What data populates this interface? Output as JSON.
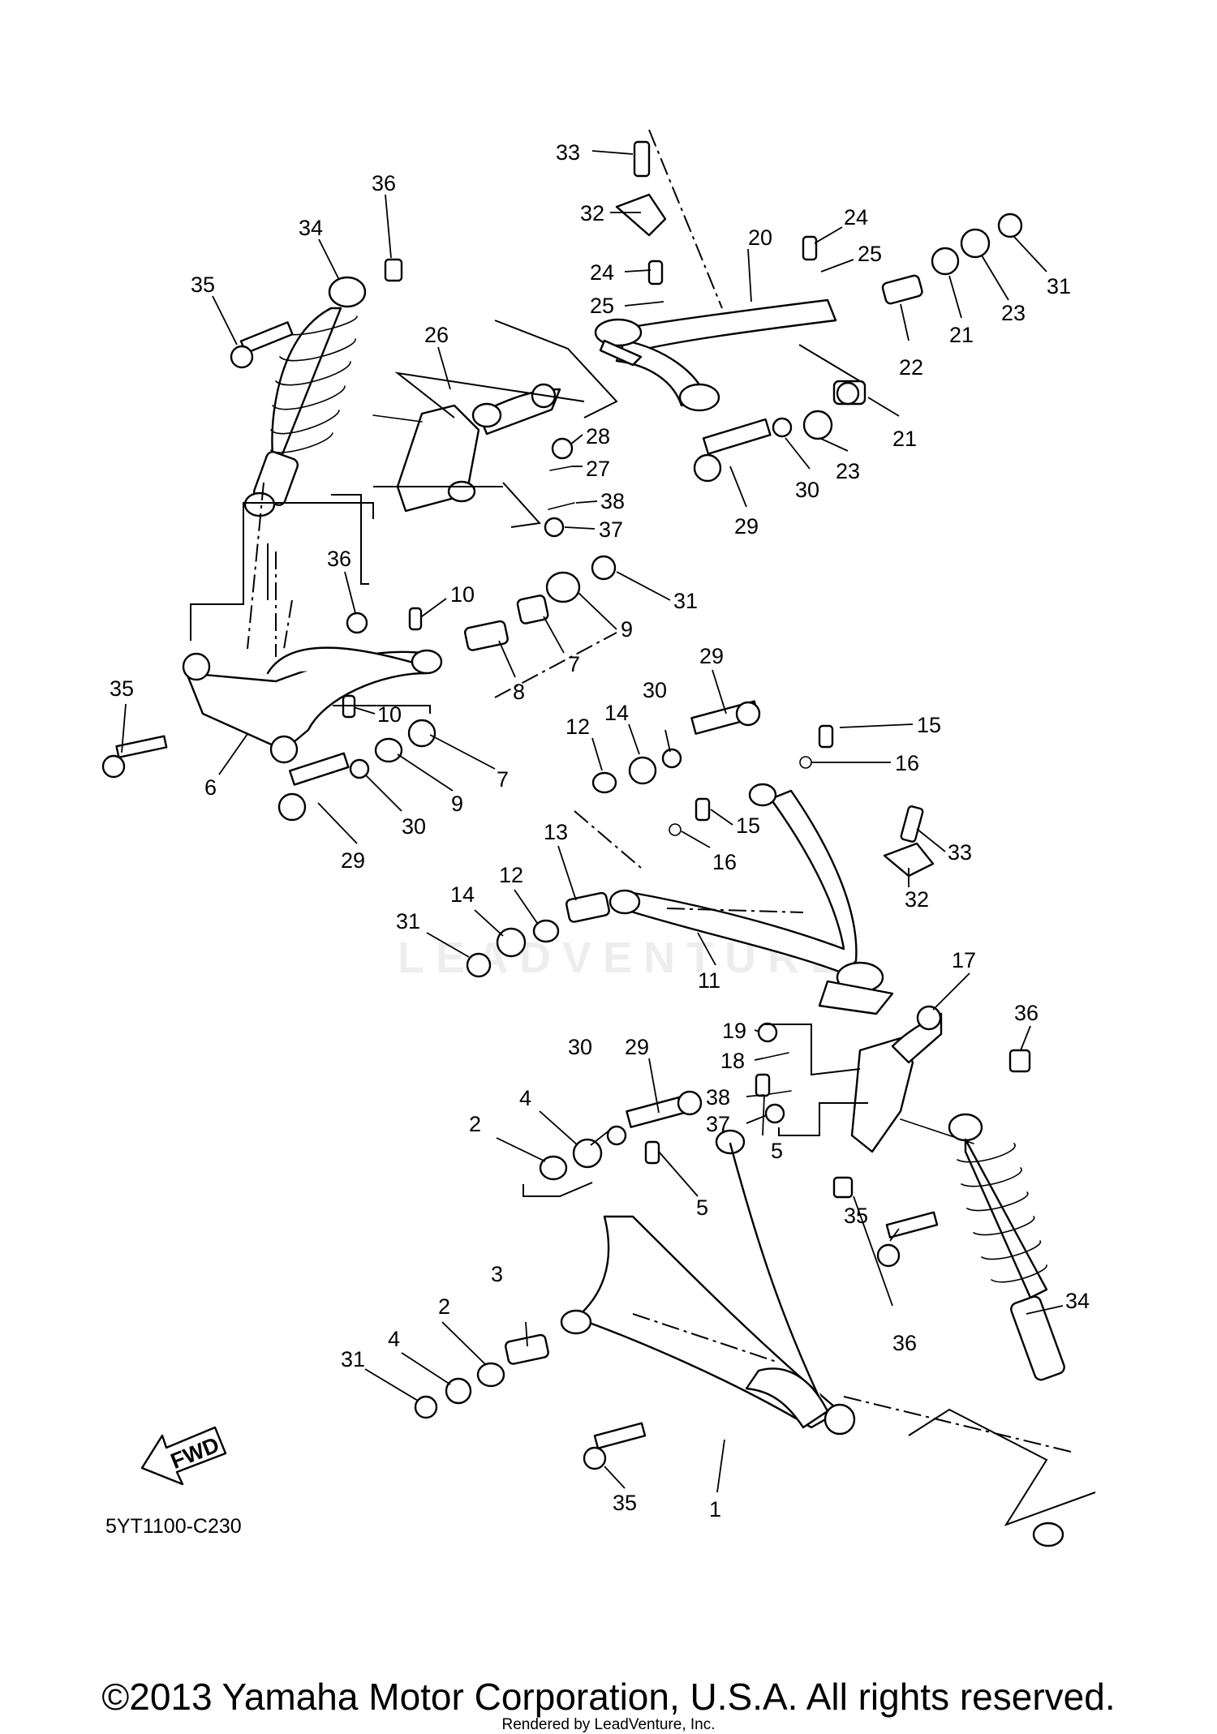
{
  "diagram": {
    "code": "5YT1100-C230",
    "watermark": "LEADVENTURE",
    "fwd_label": "FWD",
    "callouts": [
      {
        "id": "c33a",
        "text": "33"
      },
      {
        "id": "c32a",
        "text": "32"
      },
      {
        "id": "c24a",
        "text": "24"
      },
      {
        "id": "c20",
        "text": "20"
      },
      {
        "id": "c24b",
        "text": "24"
      },
      {
        "id": "c25a",
        "text": "25"
      },
      {
        "id": "c25b",
        "text": "25"
      },
      {
        "id": "c21a",
        "text": "21"
      },
      {
        "id": "c22",
        "text": "22"
      },
      {
        "id": "c23a",
        "text": "23"
      },
      {
        "id": "c31a",
        "text": "31"
      },
      {
        "id": "c21b",
        "text": "21"
      },
      {
        "id": "c23b",
        "text": "23"
      },
      {
        "id": "c30a",
        "text": "30"
      },
      {
        "id": "c29a",
        "text": "29"
      },
      {
        "id": "c26",
        "text": "26"
      },
      {
        "id": "c28",
        "text": "28"
      },
      {
        "id": "c27",
        "text": "27"
      },
      {
        "id": "c38a",
        "text": "38"
      },
      {
        "id": "c37a",
        "text": "37"
      },
      {
        "id": "c36a",
        "text": "36"
      },
      {
        "id": "c34a",
        "text": "34"
      },
      {
        "id": "c35a",
        "text": "35"
      },
      {
        "id": "c36b",
        "text": "36"
      },
      {
        "id": "c10a",
        "text": "10"
      },
      {
        "id": "c31b",
        "text": "31"
      },
      {
        "id": "c9a",
        "text": "9"
      },
      {
        "id": "c7a",
        "text": "7"
      },
      {
        "id": "c8",
        "text": "8"
      },
      {
        "id": "c35b",
        "text": "35"
      },
      {
        "id": "c10b",
        "text": "10"
      },
      {
        "id": "c6",
        "text": "6"
      },
      {
        "id": "c7b",
        "text": "7"
      },
      {
        "id": "c9b",
        "text": "9"
      },
      {
        "id": "c30b",
        "text": "30"
      },
      {
        "id": "c29b",
        "text": "29"
      },
      {
        "id": "c29c",
        "text": "29"
      },
      {
        "id": "c30c",
        "text": "30"
      },
      {
        "id": "c14a",
        "text": "14"
      },
      {
        "id": "c12a",
        "text": "12"
      },
      {
        "id": "c15a",
        "text": "15"
      },
      {
        "id": "c16a",
        "text": "16"
      },
      {
        "id": "c15b",
        "text": "15"
      },
      {
        "id": "c16b",
        "text": "16"
      },
      {
        "id": "c33b",
        "text": "33"
      },
      {
        "id": "c32b",
        "text": "32"
      },
      {
        "id": "c13",
        "text": "13"
      },
      {
        "id": "c12b",
        "text": "12"
      },
      {
        "id": "c14b",
        "text": "14"
      },
      {
        "id": "c31c",
        "text": "31"
      },
      {
        "id": "c11",
        "text": "11"
      },
      {
        "id": "c17",
        "text": "17"
      },
      {
        "id": "c19",
        "text": "19"
      },
      {
        "id": "c18",
        "text": "18"
      },
      {
        "id": "c38b",
        "text": "38"
      },
      {
        "id": "c37b",
        "text": "37"
      },
      {
        "id": "c36c",
        "text": "36"
      },
      {
        "id": "c30d",
        "text": "30"
      },
      {
        "id": "c29d",
        "text": "29"
      },
      {
        "id": "c4a",
        "text": "4"
      },
      {
        "id": "c2a",
        "text": "2"
      },
      {
        "id": "c5a",
        "text": "5"
      },
      {
        "id": "c35c",
        "text": "35"
      },
      {
        "id": "c5b",
        "text": "5"
      },
      {
        "id": "c3",
        "text": "3"
      },
      {
        "id": "c2b",
        "text": "2"
      },
      {
        "id": "c36d",
        "text": "36"
      },
      {
        "id": "c34b",
        "text": "34"
      },
      {
        "id": "c4b",
        "text": "4"
      },
      {
        "id": "c31d",
        "text": "31"
      },
      {
        "id": "c1",
        "text": "1"
      },
      {
        "id": "c35d",
        "text": "35"
      }
    ]
  },
  "footer": {
    "copyright": "©2013 Yamaha Motor Corporation, U.S.A. All rights reserved.",
    "rendered_by": "Rendered by LeadVenture, Inc."
  }
}
